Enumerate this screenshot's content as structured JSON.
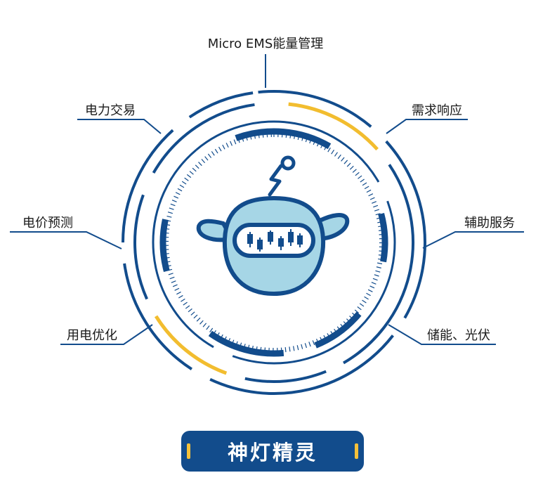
{
  "center_title": "神灯精灵",
  "features": [
    {
      "id": "micro-ems",
      "label": "Micro EMS能量管理"
    },
    {
      "id": "demand-response",
      "label": "需求响应"
    },
    {
      "id": "ancillary-services",
      "label": "辅助服务"
    },
    {
      "id": "storage-pv",
      "label": "储能、光伏"
    },
    {
      "id": "power-optimization",
      "label": "用电优化"
    },
    {
      "id": "price-forecast",
      "label": "电价预测"
    },
    {
      "id": "power-trading",
      "label": "电力交易"
    }
  ],
  "colors": {
    "navy": "#124c8c",
    "accent_yellow": "#f2bd2f",
    "robot_fill": "#a6d6e6",
    "background": "#ffffff"
  },
  "mascot": {
    "icon": "lamp-genie-robot-icon"
  }
}
